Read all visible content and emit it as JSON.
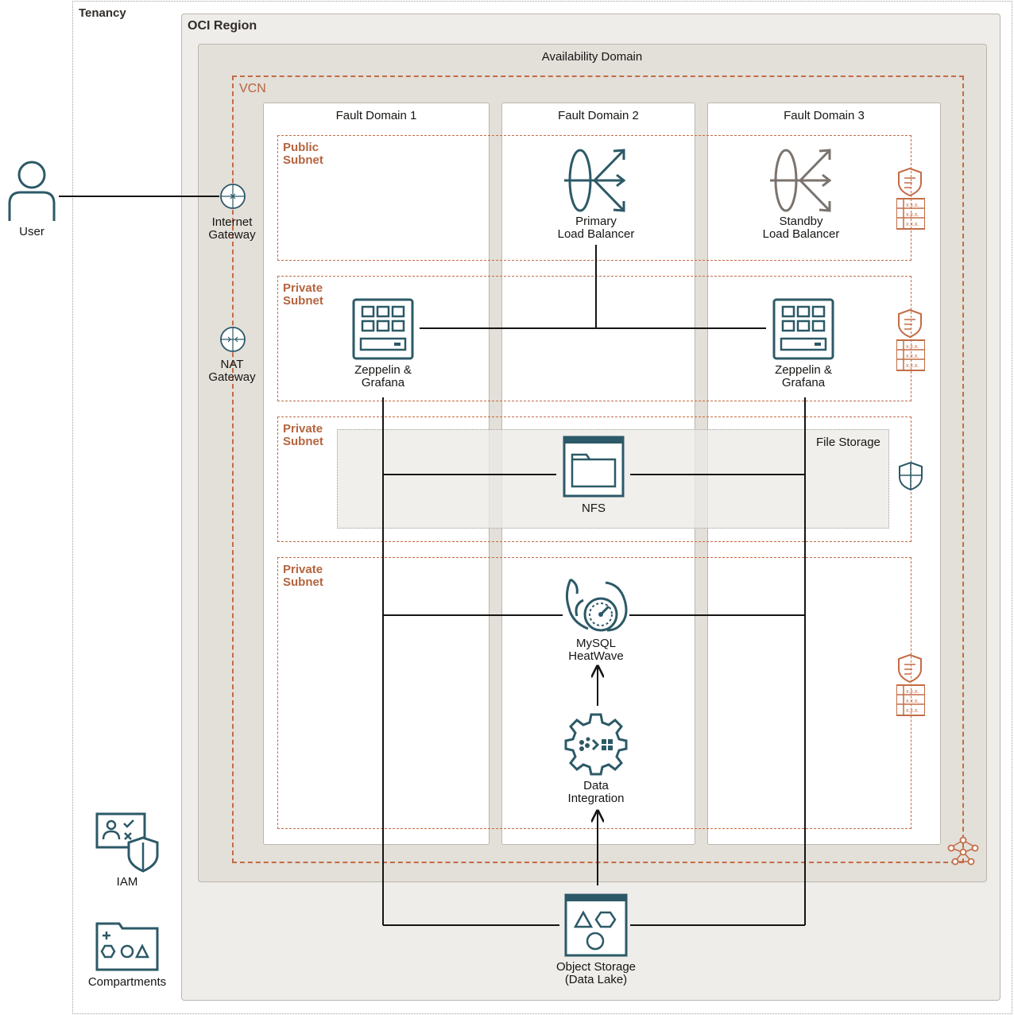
{
  "containers": {
    "tenancy": "Tenancy",
    "region": "OCI Region",
    "availability_domain": "Availability Domain",
    "vcn": "VCN",
    "fault_domains": [
      "Fault Domain 1",
      "Fault Domain 2",
      "Fault Domain 3"
    ],
    "file_storage": "File Storage"
  },
  "subnets": [
    {
      "line1": "Public",
      "line2": "Subnet"
    },
    {
      "line1": "Private",
      "line2": "Subnet"
    },
    {
      "line1": "Private",
      "line2": "Subnet"
    },
    {
      "line1": "Private",
      "line2": "Subnet"
    }
  ],
  "nodes": {
    "user": "User",
    "internet_gateway": {
      "line1": "Internet",
      "line2": "Gateway"
    },
    "nat_gateway": {
      "line1": "NAT",
      "line2": "Gateway"
    },
    "primary_lb": {
      "line1": "Primary",
      "line2": "Load Balancer"
    },
    "standby_lb": {
      "line1": "Standby",
      "line2": "Load Balancer"
    },
    "zeppelin_1": {
      "line1": "Zeppelin &",
      "line2": "Grafana"
    },
    "zeppelin_2": {
      "line1": "Zeppelin &",
      "line2": "Grafana"
    },
    "nfs": "NFS",
    "mysql": {
      "line1": "MySQL",
      "line2": "HeatWave"
    },
    "data_integration": {
      "line1": "Data",
      "line2": "Integration"
    },
    "object_storage": {
      "line1": "Object Storage",
      "line2": "(Data Lake)"
    },
    "iam": "IAM",
    "compartments": "Compartments"
  },
  "icon_names": [
    "user-icon",
    "gateway-icon",
    "load-balancer-icon",
    "compute-icon",
    "file-storage-icon",
    "mysql-heatwave-icon",
    "data-integration-icon",
    "object-storage-icon",
    "security-list-icon",
    "route-table-icon",
    "nsg-icon",
    "iam-icon",
    "compartments-icon"
  ],
  "colors": {
    "teal": "#2c5967",
    "orange": "#c36c45",
    "gray": "#7a736e",
    "subnet_label": "#b5643e"
  }
}
